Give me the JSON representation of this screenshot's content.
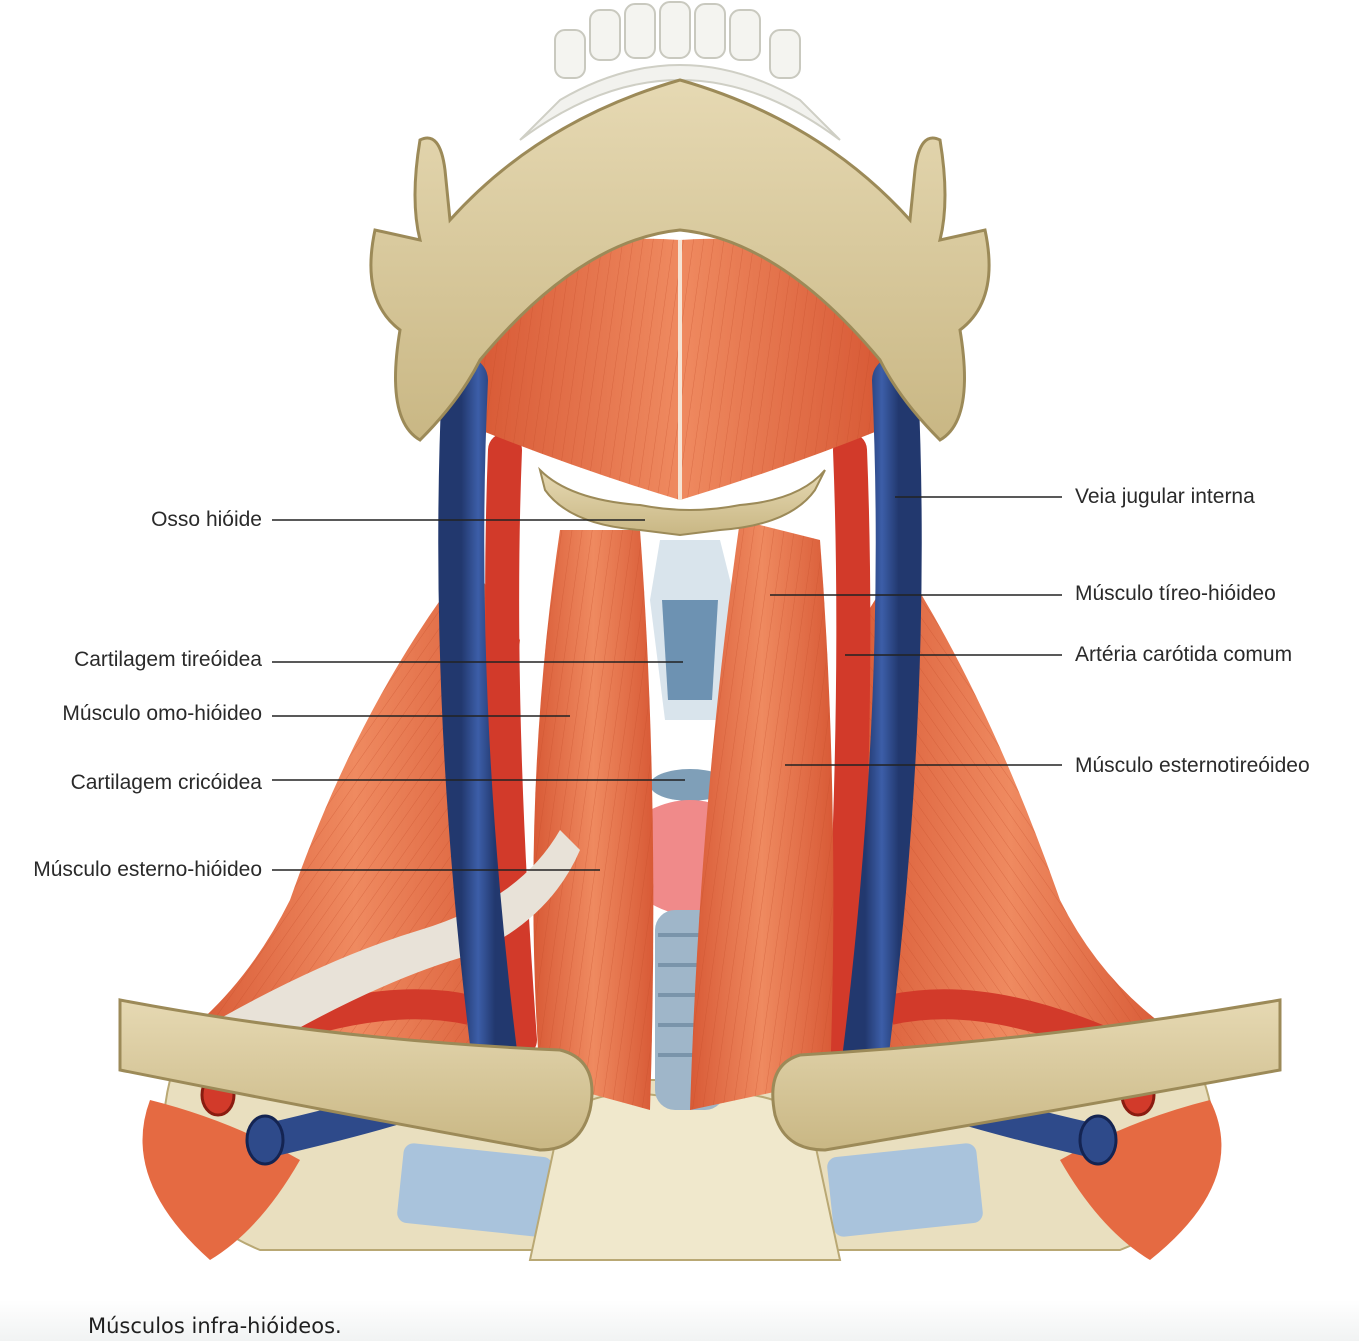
{
  "labels": {
    "left": [
      "Osso hióide",
      "Cartilagem tireóidea",
      "Músculo omo-hióideo",
      "Cartilagem cricóidea",
      "Músculo esterno-hióideo"
    ],
    "right": [
      "Veia jugular interna",
      "Músculo tíreo-hióideo",
      "Artéria carótida comum",
      "Músculo esternotireóideo"
    ]
  },
  "caption": "Músculos infra-hióideos.",
  "colors": {
    "bone": "#d8c89c",
    "muscle": "#e8724a",
    "muscle_dark": "#c8502e",
    "vein": "#2e4a8a",
    "artery": "#d23a2a",
    "cartilage": "#7f9fb8",
    "thyroid": "#f08a8a"
  }
}
